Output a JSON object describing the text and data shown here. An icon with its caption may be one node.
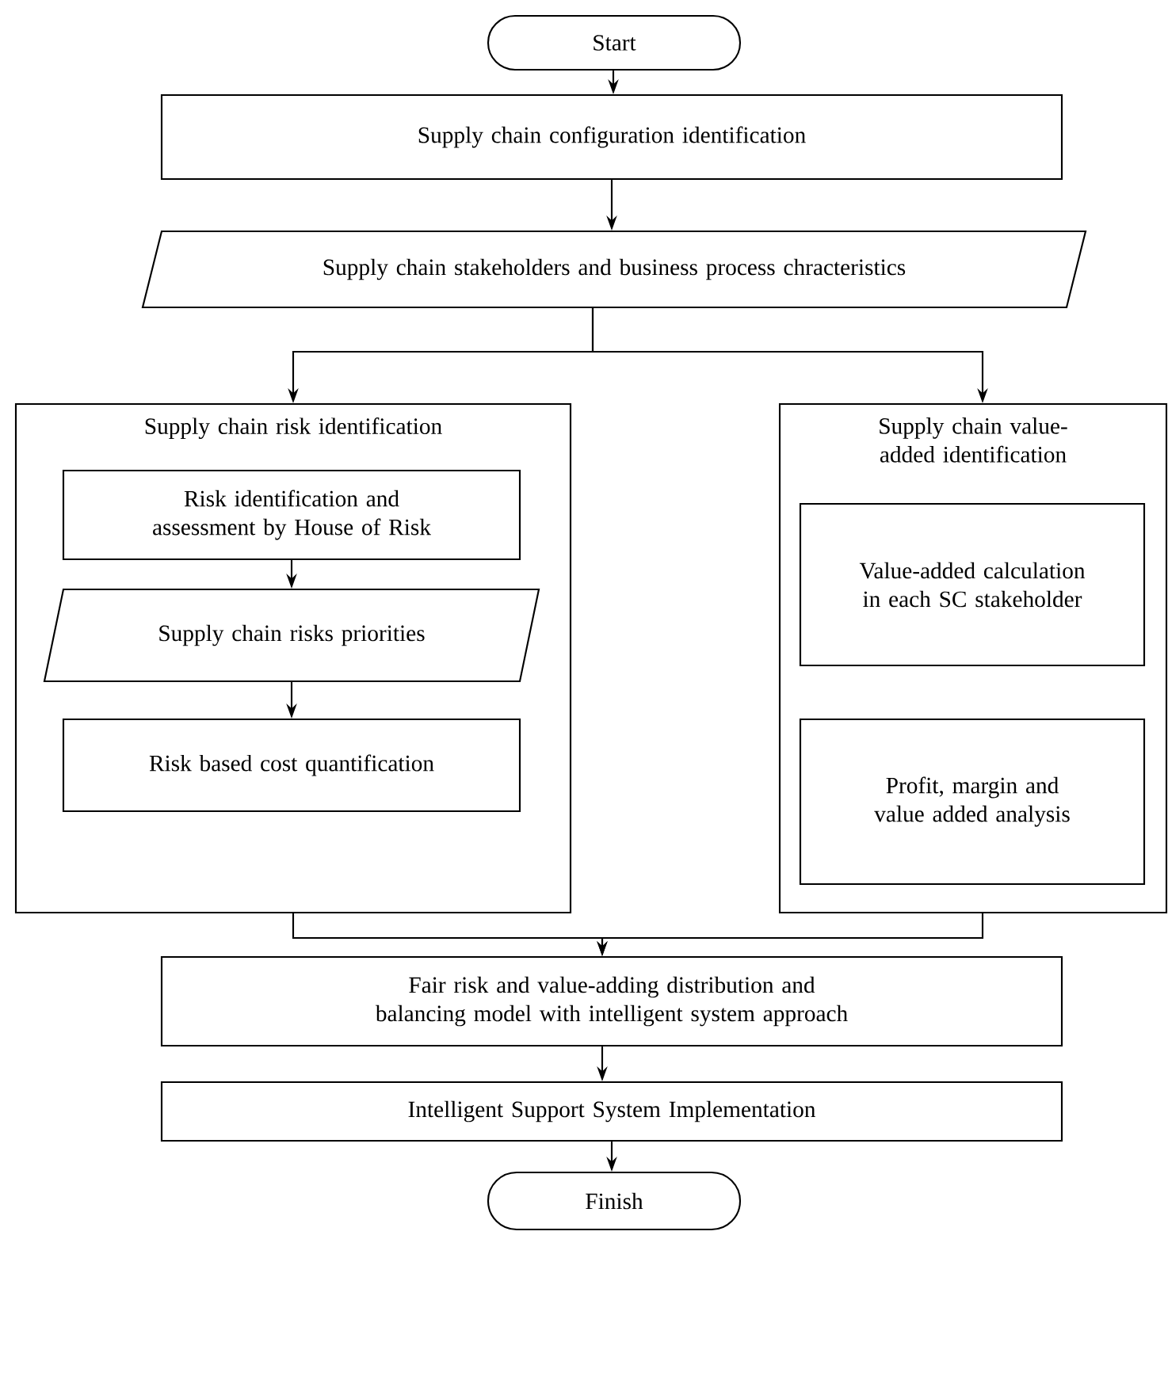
{
  "diagram": {
    "nodes": [
      {
        "text": [
          "Start"
        ]
      },
      {
        "text": [
          "Supply chain configuration identification"
        ]
      },
      {
        "text": [
          "Supply chain stakeholders and business process chracteristics"
        ]
      },
      {
        "text": [
          "Supply chain risk identification"
        ]
      },
      {
        "text": [
          "Risk identification and assessment by House of Risk"
        ],
        "in": 3
      },
      {
        "text": [
          "Supply chain risks priorities"
        ],
        "in": 3
      },
      {
        "text": [
          "Risk based cost quantification"
        ],
        "in": 3
      },
      {
        "text": [
          "Supply chain value-added identification"
        ]
      },
      {
        "text": [
          "Value-added calculation in each SC stakeholder"
        ],
        "in": 7
      },
      {
        "text": [
          "Profit, margin and value added analysis"
        ],
        "in": 7
      },
      {
        "text": [
          "Fair risk and value-adding distribution and balancing model with intelligent system approach"
        ]
      },
      {
        "text": [
          "Intelligent Support System Implementation"
        ]
      },
      {
        "text": [
          "Finish"
        ]
      }
    ],
    "edges": [
      {
        "from": 0,
        "to": 1,
        "arrow": "to"
      },
      {
        "from": 1,
        "to": 2,
        "arrow": "to"
      },
      {
        "from": 2,
        "to": 3,
        "arrow": "to"
      },
      {
        "from": 2,
        "to": 7,
        "arrow": "to"
      },
      {
        "from": 4,
        "to": 5,
        "arrow": "to"
      },
      {
        "from": 5,
        "to": 6,
        "arrow": "to"
      },
      {
        "from": 3,
        "to": 10,
        "arrow": "to"
      },
      {
        "from": 7,
        "to": 10,
        "arrow": "to"
      },
      {
        "from": 10,
        "to": 11,
        "arrow": "to"
      },
      {
        "from": 11,
        "to": 12,
        "arrow": "to"
      }
    ]
  }
}
